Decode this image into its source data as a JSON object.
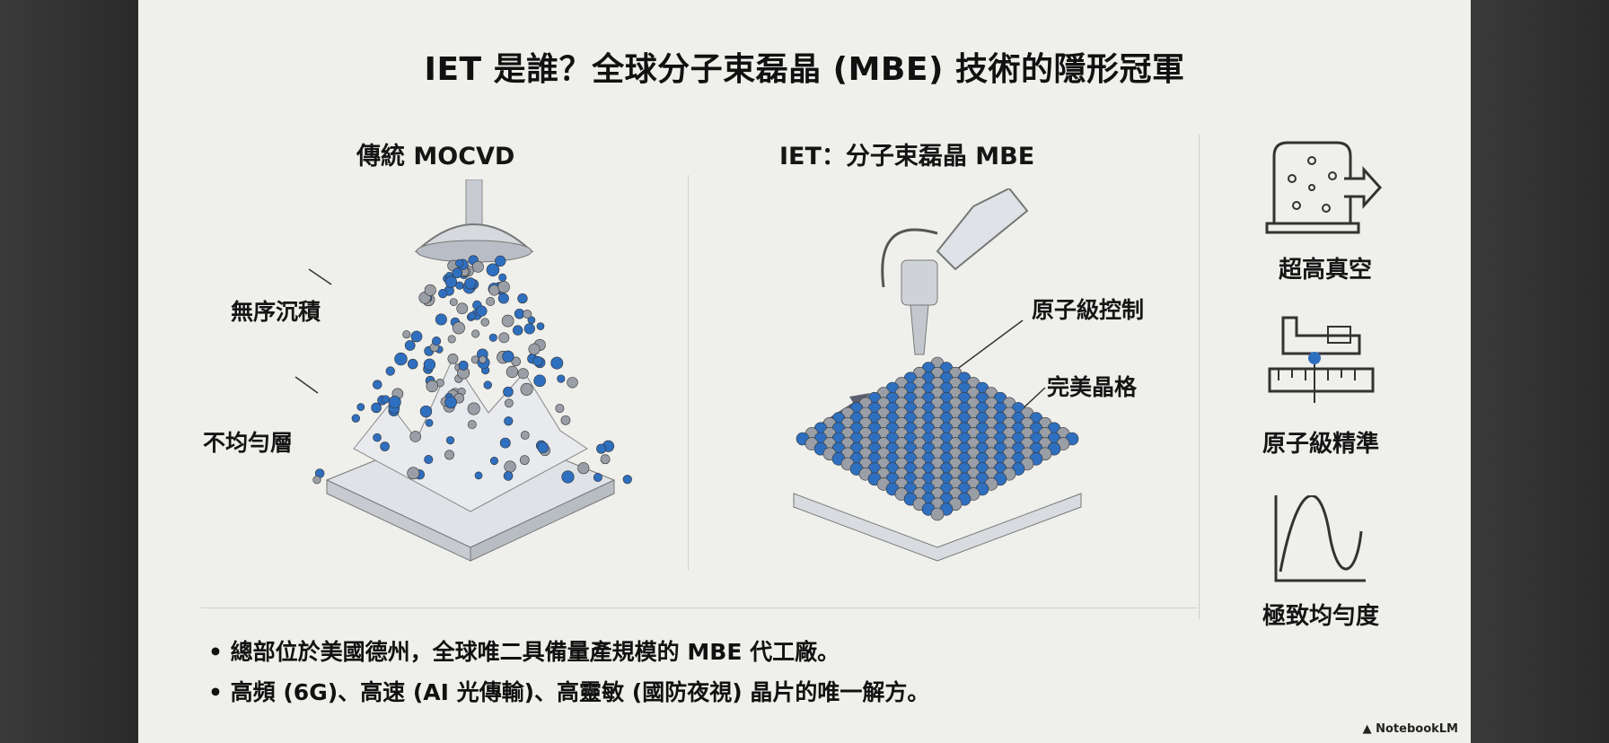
{
  "slide": {
    "title": "IET 是誰？全球分子束磊晶 (MBE) 技術的隱形冠軍",
    "left_panel": {
      "heading": "傳統 MOCVD",
      "labels": [
        "無序沉積",
        "不均勻層"
      ]
    },
    "right_panel": {
      "heading": "IET：分子束磊晶 MBE",
      "labels": [
        "原子級控制",
        "完美晶格"
      ]
    },
    "features": [
      {
        "icon": "vacuum-chamber-icon",
        "label": "超高真空"
      },
      {
        "icon": "caliper-icon",
        "label": "原子級精準"
      },
      {
        "icon": "sine-wave-icon",
        "label": "極致均勻度"
      }
    ],
    "bullets": [
      "• 總部位於美國德州，全球唯二具備量產規模的 MBE 代工廠。",
      "• 高頻 (6G)、高速 (AI 光傳輸)、高靈敏 (國防夜視) 晶片的唯一解方。"
    ],
    "watermark": "NotebookLM"
  },
  "colors": {
    "slide_bg": "#efefeb",
    "atom_blue": "#2f6fbf",
    "atom_gray": "#9a9ea6"
  }
}
